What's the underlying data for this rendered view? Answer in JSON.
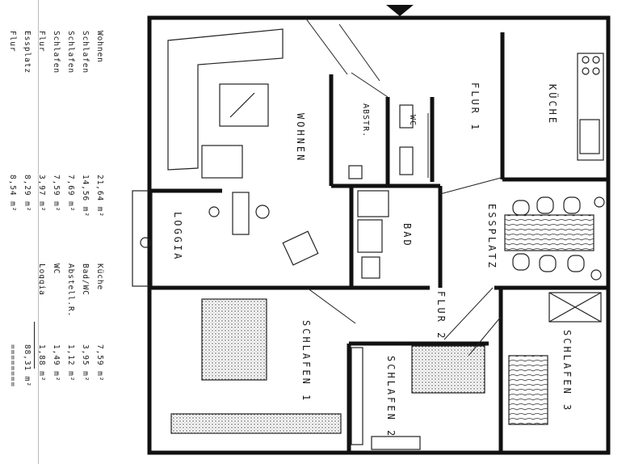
{
  "legend": {
    "left_column": [
      {
        "name": "Wohnen",
        "area": "21,64 m²"
      },
      {
        "name": "Schlafen",
        "area": "14,56 m²"
      },
      {
        "name": "Schlafen",
        "area": "7,69 m²"
      },
      {
        "name": "Schlafen",
        "area": "7,59 m²"
      },
      {
        "name": "Flur",
        "area": "3,97 m²"
      },
      {
        "name": "Essplatz",
        "area": "8,29 m²"
      },
      {
        "name": "Flur",
        "area": "8,54 m²"
      }
    ],
    "right_column": [
      {
        "name": "Küche",
        "area": "7,59 m²"
      },
      {
        "name": "Bad/WC",
        "area": "3,95 m²"
      },
      {
        "name": "Abstell.R.",
        "area": "1,12 m²"
      },
      {
        "name": "WC",
        "area": "1,49 m²"
      },
      {
        "name": "Loggia",
        "area": "1,88 m²"
      }
    ],
    "total": "88,31 m²",
    "total_underline": "========"
  },
  "rooms": {
    "wohnen": "WOHNEN",
    "loggia": "LOGGIA",
    "abstr": "ABSTR.",
    "wc": "WC",
    "flur1": "FLUR 1",
    "kueche": "KÜCHE",
    "bad": "BAD",
    "essplatz": "ESSPLATZ",
    "flur2": "FLUR 2",
    "schlafen1": "SCHLAFEN 1",
    "schlafen2": "SCHLAFEN 2",
    "schlafen3": "SCHLAFEN 3"
  }
}
